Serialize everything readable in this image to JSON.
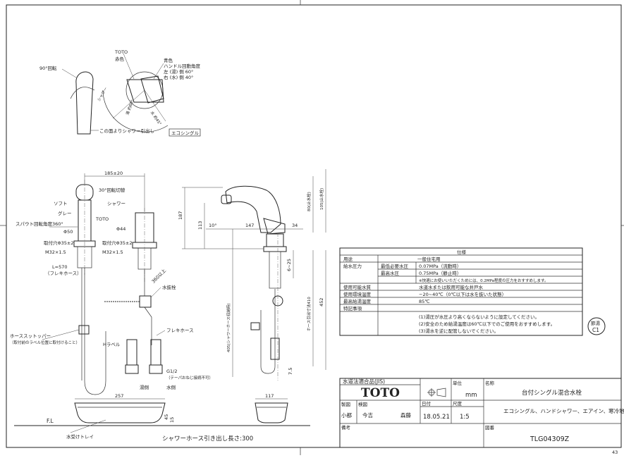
{
  "top_view": {
    "rotation_label": "90°回転",
    "brand_label": "TOTO",
    "red_label": "赤色",
    "blue_label": "青色",
    "handle_angle_label": "ハンドル回動角度",
    "handle_angle_left": "左 (湯) 側 60°",
    "handle_angle_right": "右 (水) 側 40°",
    "shower_label": "シャワー",
    "hot_angle": "湯 約60°",
    "cold_angle": "水 約45°",
    "pullout_note": "この面よりシャワー引出し",
    "eco_badge": "エコシングル"
  },
  "front_view": {
    "width_dim": "185±20",
    "switch_label": "30°回転切替",
    "soft_label": "ソフト",
    "shower_label": "シャワー",
    "gray_label": "グレー",
    "brand_label": "TOTO",
    "spout_rotation": "スパウト回転角度360°",
    "dia50": "Φ50",
    "dia44": "Φ44",
    "hole_left": "取付穴Φ35±2",
    "hole_right": "取付穴Φ35±2",
    "thread_left": "M32×1.5",
    "thread_right": "M32×1.5",
    "hose_len": "L=570",
    "flex_hose_paren": "（フレキホース）",
    "dim_360": "360以上",
    "valve_label": "水抜栓",
    "flex_hose": "フレキホース",
    "stopper_label": "ホーススットッパー",
    "stopper_note": "（取付前のラベル位置に取付けること）",
    "h_label": "Hラベル",
    "g_label": "G1/2",
    "g_note": "（テーパおねじ接続不可）",
    "hot_side": "湯側",
    "cold_side": "水側"
  },
  "side_view": {
    "dim_187": "187",
    "dim_113": "113",
    "dim_10deg": "10°",
    "dim_147": "147",
    "dim_34": "34",
    "dim_80": "80(止水栓)",
    "dim_105": "105(止水栓)",
    "dim_6_25": "6~25",
    "dim_410": "ホース引出寸法410",
    "dim_452": "452",
    "dim_405": "405(シャワーホース収納時)",
    "dim_7_5": "7.5"
  },
  "bottom_view": {
    "dim_257": "257",
    "dim_117": "117",
    "dim_45": "45",
    "dim_15": "15",
    "fl_label": "F.L",
    "tray_label": "水受けトレイ",
    "pullout_length": "シャワーホース引き出し長さ:300"
  },
  "spec_table": {
    "title": "仕様",
    "rows": [
      {
        "item": "用途",
        "sub": "",
        "value": "一般住宅用"
      },
      {
        "item": "給水圧力",
        "sub": "最低必要水圧",
        "value": "0.07MPa（流動時）"
      },
      {
        "item": "",
        "sub": "最高水圧",
        "value": "0.75MPa（静止時）"
      },
      {
        "item": "",
        "sub": "",
        "value": "※快適にお使いいただくためには、0.2MPa程度の圧力をおすすめします。"
      },
      {
        "item": "使用可能水質",
        "sub": "",
        "value": "水道水または飲用可能な井戸水"
      },
      {
        "item": "使用環境温度",
        "sub": "",
        "value": "−20~40℃（0℃以下は水を抜いた状態）"
      },
      {
        "item": "最高給湯温度",
        "sub": "",
        "value": "85℃"
      },
      {
        "item": "特記事項",
        "sub": "",
        "value": "(1)湯圧が水圧より高くならないように設定してください。"
      },
      {
        "item": "",
        "sub": "",
        "value": "(2)安全のため給湯温度は60℃以下でのご使用をおすすめします。"
      },
      {
        "item": "",
        "sub": "",
        "value": "(3)湯水を逆に配管しないでください。"
      }
    ]
  },
  "stamp": {
    "line1": "節湯",
    "line2": "C1"
  },
  "title_block": {
    "jis": "水道法適合品(JIS)",
    "brand": "TOTO",
    "unit_label": "単位",
    "unit_value": "mm",
    "name_label": "名称",
    "name_value": "台付シングル混合水栓",
    "made_label": "製図",
    "check_label": "検図",
    "date_label": "日付",
    "date_value": "18.05.21",
    "scale_label": "尺度",
    "scale_value": "1:5",
    "made_name": "小都",
    "check_name": "今吉",
    "approve_name": "森藤",
    "desc": "エコシングル、ハンドシャワー、エアイン、寒冷地用",
    "note_label": "備考",
    "dwg_label": "図番",
    "dwg_value": "TLG04309Z"
  },
  "page_number": "43"
}
